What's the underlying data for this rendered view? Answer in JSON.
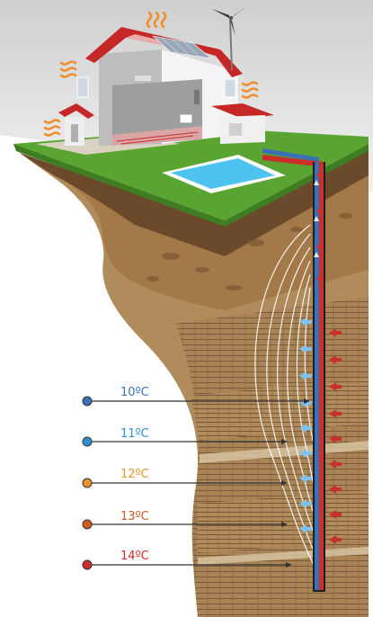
{
  "temperature_markers": [
    {
      "label": "10ºC",
      "color": "#3b6fb6"
    },
    {
      "label": "11ºC",
      "color": "#2f8fd0"
    },
    {
      "label": "12ºC",
      "color": "#e8952b"
    },
    {
      "label": "13ºC",
      "color": "#d45a25"
    },
    {
      "label": "14ºC",
      "color": "#d22b2b"
    }
  ],
  "colors": {
    "sky": "#dcdcdc",
    "grass": "#5aa532",
    "soil": "#a47c4f",
    "pipe_cold": "#3b6fb6",
    "pipe_hot": "#c9302c",
    "pool": "#4fc3f0",
    "roof": "#c62828"
  }
}
